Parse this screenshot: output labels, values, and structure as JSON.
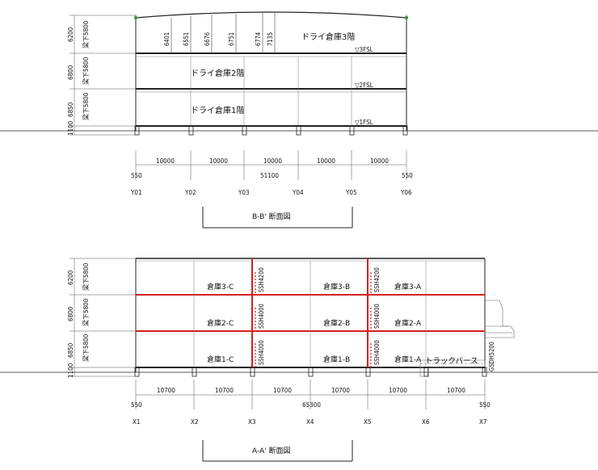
{
  "section_bb": {
    "title": "B-B' 断面図",
    "rooms": {
      "floor3": "ドライ倉庫3階",
      "floor2": "ドライ倉庫2階",
      "floor1": "ドライ倉庫1階"
    },
    "levels": {
      "f3": "▽3FSL",
      "f2": "▽2FSL",
      "f1": "▽1FSL"
    },
    "roof_heights": [
      "6401",
      "6551",
      "6676",
      "6751",
      "6774",
      "7135"
    ],
    "left_dims": [
      "6200",
      "梁下5800",
      "6800",
      "梁下5800",
      "6850",
      "梁下5800",
      "1100"
    ],
    "spans": [
      "10000",
      "10000",
      "10000",
      "10000",
      "10000"
    ],
    "total": "51100",
    "edges": [
      "550",
      "550"
    ],
    "grid": [
      "Y01",
      "Y02",
      "Y03",
      "Y04",
      "Y05",
      "Y06"
    ]
  },
  "section_aa": {
    "title": "A-A' 断面図",
    "rooms": {
      "r3c": "倉庫3-C",
      "r3b": "倉庫3-B",
      "r3a": "倉庫3-A",
      "r2c": "倉庫2-C",
      "r2b": "倉庫2-B",
      "r2a": "倉庫2-A",
      "r1c": "倉庫1-C",
      "r1b": "倉庫1-B",
      "r1a": "倉庫1-A"
    },
    "truck_berth": "トラックバース",
    "shutters": {
      "s3": "SSH4200",
      "s2": "SSH4000",
      "s1": "SSH4000",
      "gsd": "GSDH5200"
    },
    "left_dims": [
      "6200",
      "梁下5800",
      "6800",
      "梁下5800",
      "6850",
      "梁下5800",
      "1100"
    ],
    "spans": [
      "10700",
      "10700",
      "10700",
      "10700",
      "10700",
      "10700"
    ],
    "total": "65300",
    "edges": [
      "550",
      "550"
    ],
    "grid": [
      "X1",
      "X2",
      "X3",
      "X4",
      "X5",
      "X6",
      "X7"
    ]
  },
  "colors": {
    "line": "#222222",
    "fire_wall": "#d42020",
    "dim": "#555555",
    "roof_green": "#2a9a2a"
  }
}
